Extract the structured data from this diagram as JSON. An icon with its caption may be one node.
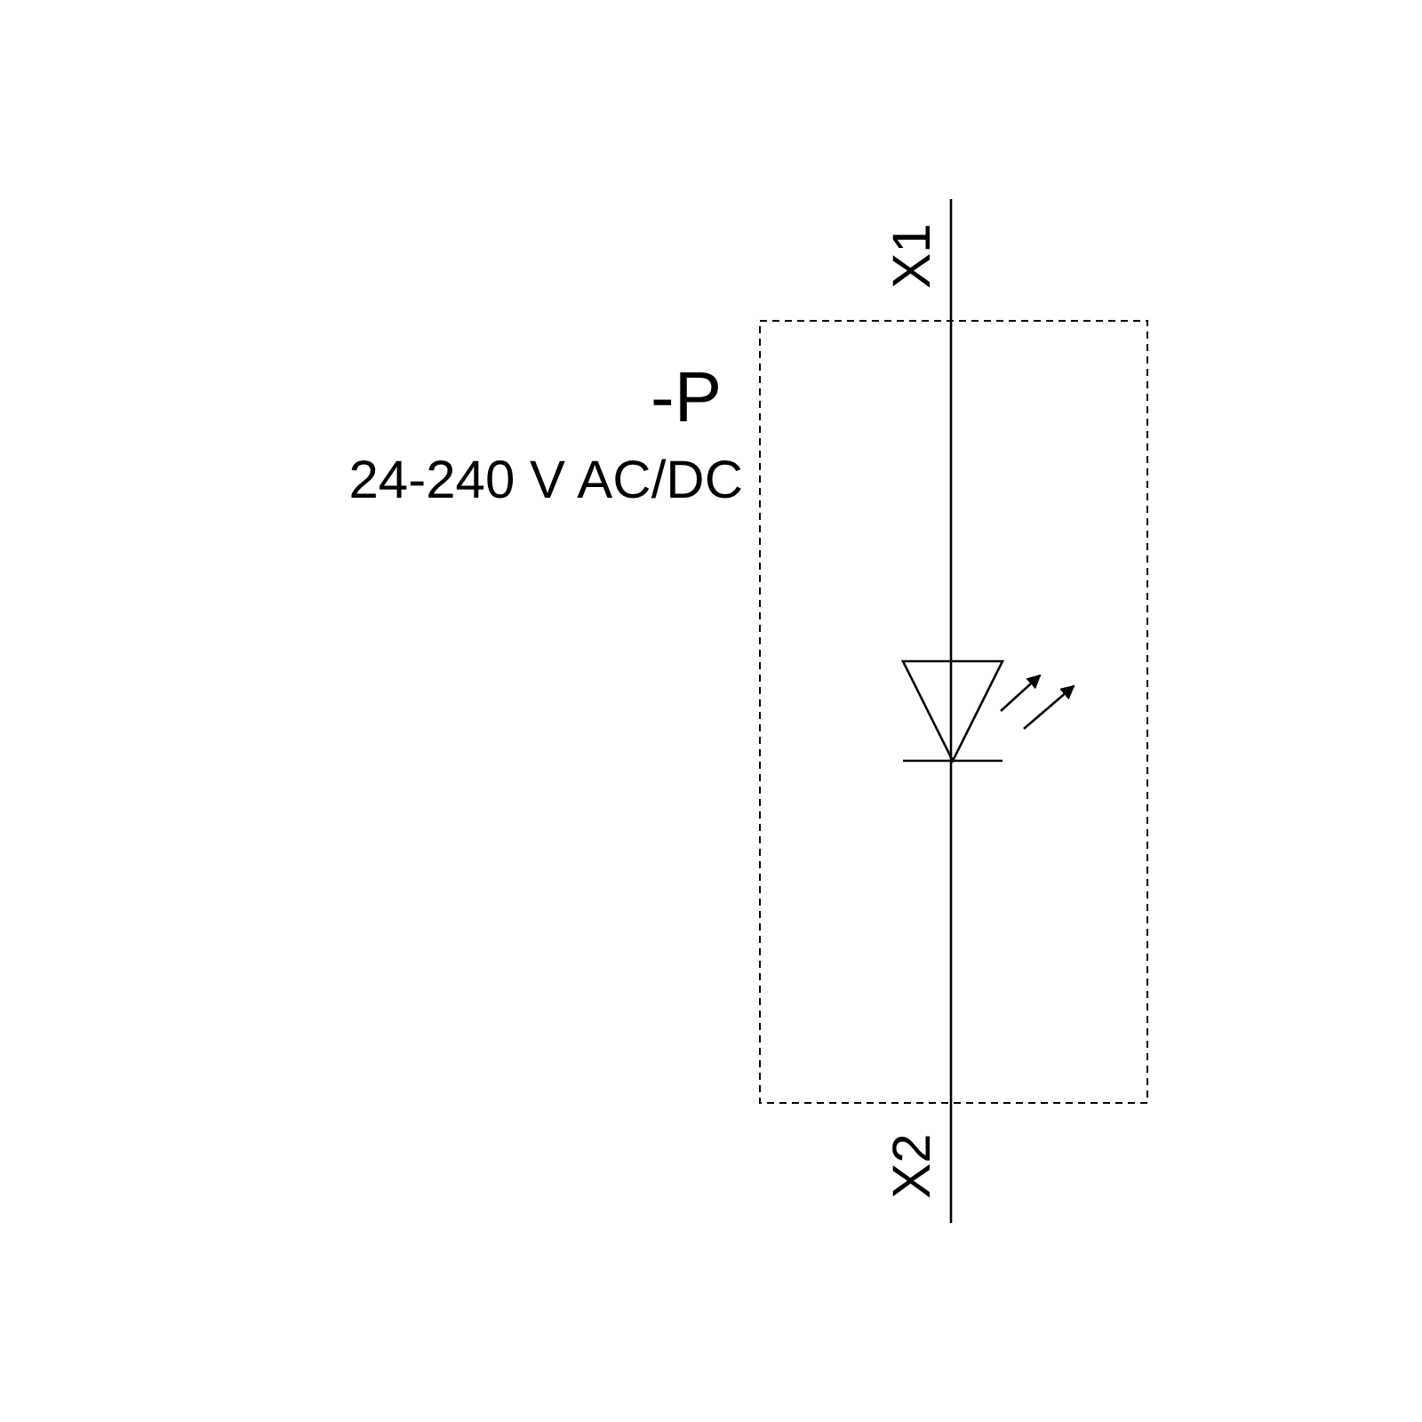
{
  "diagram": {
    "nodes": [
      {
        "text": [
          "-P",
          "24-240 V AC/DC"
        ]
      }
    ],
    "labels": [
      "X1",
      "X2"
    ]
  }
}
